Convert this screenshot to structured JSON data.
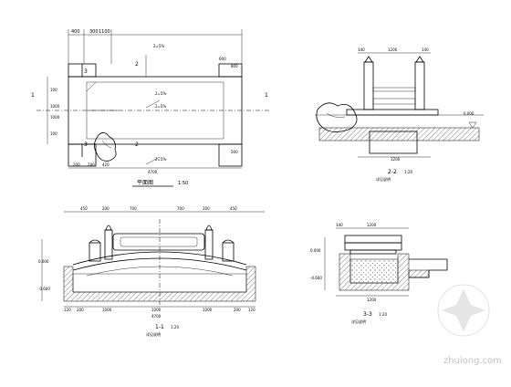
{
  "drawing": {
    "plan": {
      "title": "平面图",
      "scale": "1:50",
      "section_marks": [
        "1",
        "1",
        "2",
        "2",
        "3",
        "3"
      ],
      "dims_top": [
        "400",
        "300",
        "1100"
      ],
      "dims_left": [
        "100",
        "1000",
        "1000",
        "100"
      ],
      "dims_bottom": [
        "200",
        "240",
        "420"
      ],
      "overall_bottom": "4700",
      "right_labels": [
        "600",
        "800",
        "500"
      ],
      "notes": [
        "2=5%",
        "2=5%",
        "2=5%",
        "2=5%"
      ]
    },
    "section22": {
      "title": "2-2",
      "scale": "1:20",
      "note": "详见说明",
      "dims_top": [
        "140",
        "1200",
        "140"
      ],
      "dims_bottom": [
        "1200"
      ]
    },
    "section11": {
      "title": "1-1",
      "scale": "1:20",
      "note": "详见说明",
      "dims_top": [
        "450",
        "200",
        "700",
        "700",
        "200",
        "450"
      ],
      "dims_bottom": [
        "120",
        "200",
        "1000",
        "1000",
        "1000",
        "200",
        "120"
      ],
      "overall_bottom": "4700",
      "left_elev": [
        "0.000",
        "-0.600"
      ]
    },
    "section33": {
      "title": "3-3",
      "scale": "1:20",
      "note": "详见说明",
      "dims_top": [
        "140",
        "1200"
      ],
      "dims_bottom": [
        "1200"
      ],
      "left_elev": [
        "0.000",
        "-0.600"
      ]
    }
  },
  "watermark": {
    "domain": "zhulong.com"
  }
}
